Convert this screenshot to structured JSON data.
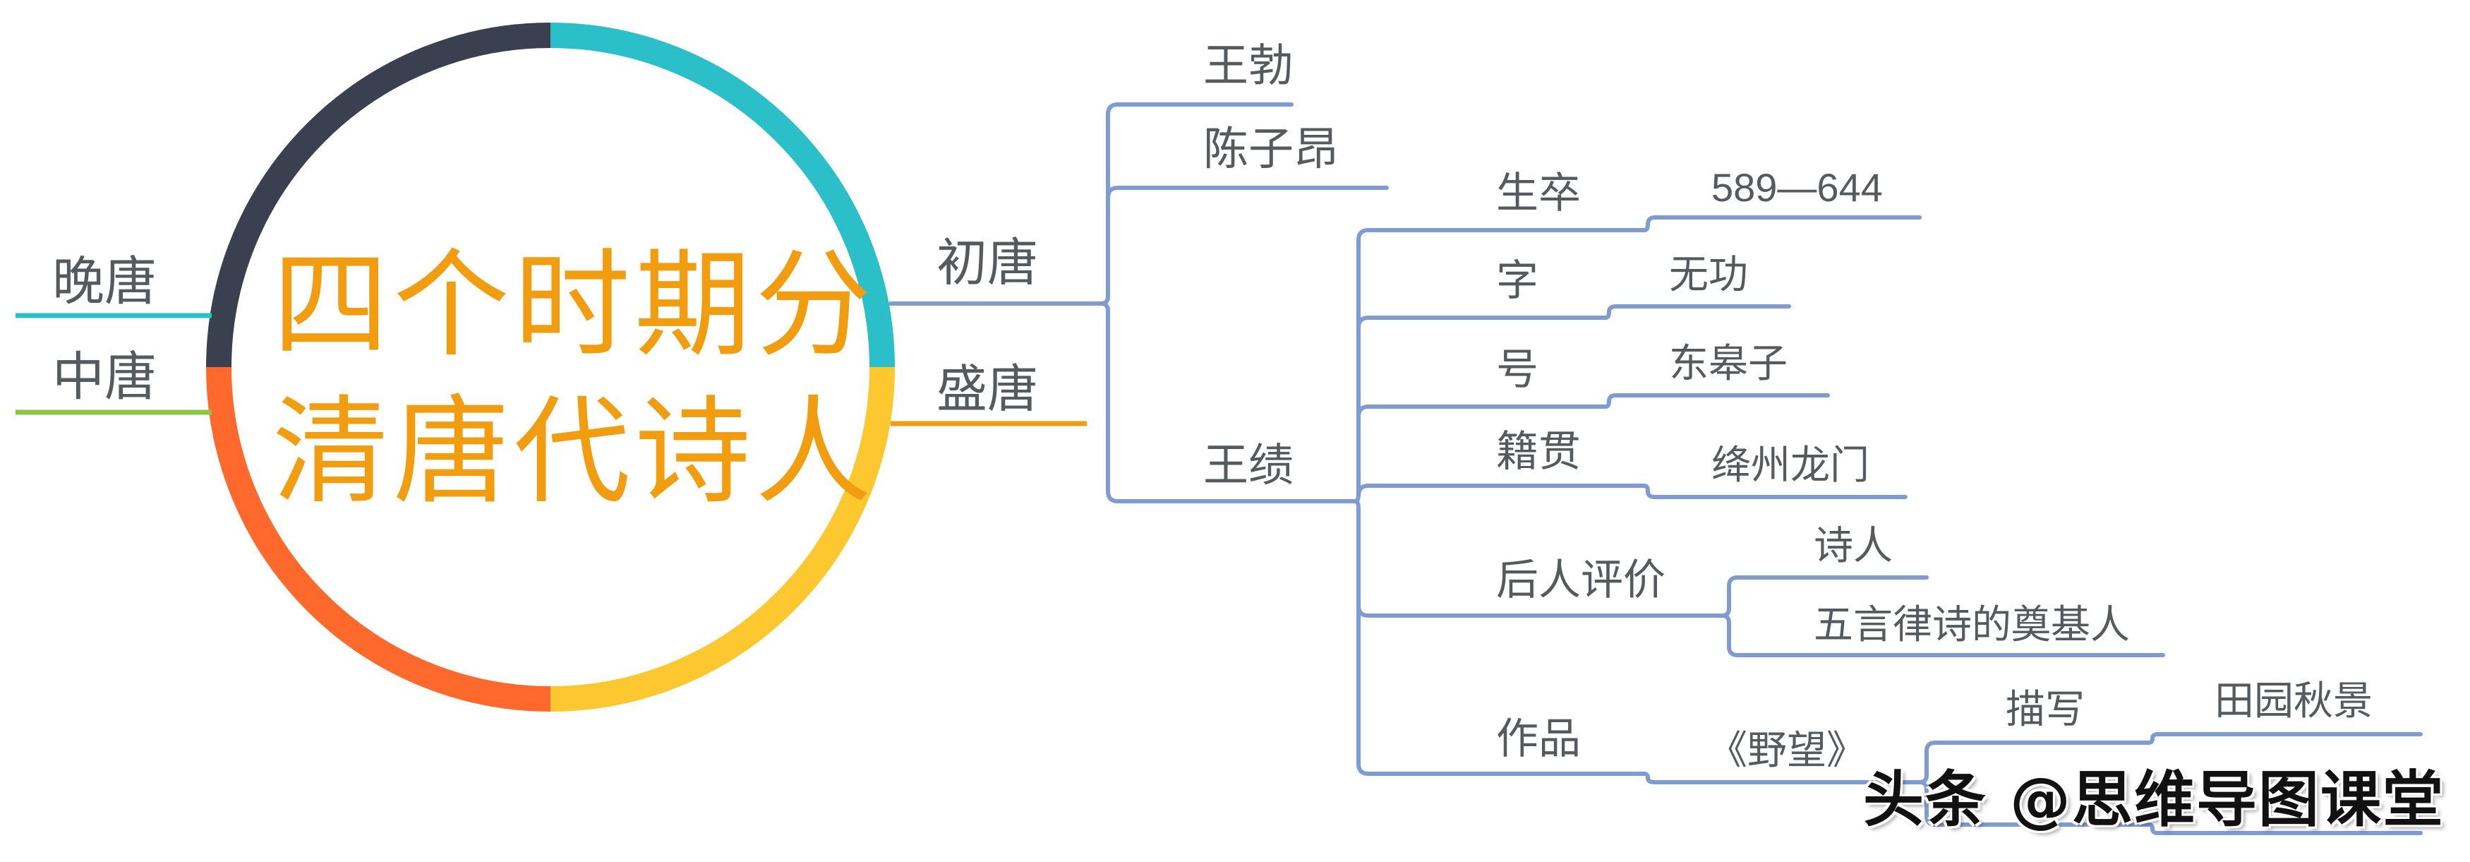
{
  "center": {
    "line1": "四个时期分",
    "line2": "清唐代诗人"
  },
  "left": [
    {
      "label": "晚唐",
      "color": "#2bbfca"
    },
    {
      "label": "中唐",
      "color": "#8cc63f"
    }
  ],
  "periods": {
    "chutang": "初唐",
    "shengtang": "盛唐"
  },
  "chutang_poets": [
    "王勃",
    "陈子昂",
    "王绩"
  ],
  "wangji": {
    "attr_labels": [
      "生卒",
      "字",
      "号",
      "籍贯",
      "后人评价",
      "作品"
    ],
    "lifespan": "589—644",
    "courtesy_name": "无功",
    "art_name": "东皋子",
    "hometown": "绛州龙门",
    "evaluation": [
      "诗人",
      "五言律诗的奠基人"
    ],
    "work": "《野望》",
    "work_sub": "描写",
    "work_sub_value": "田园秋景"
  },
  "watermark": "头条 @思维导图课堂",
  "colors": {
    "ring_dark": "#3b4050",
    "ring_teal": "#2bbfca",
    "ring_yellow": "#fdc82f",
    "ring_orange": "#ff6a2c",
    "title_orange": "#f29c0f",
    "branch_blue": "#7f9bd6",
    "shengtang_orange": "#f29c0f",
    "text_gray": "#555a5f"
  }
}
